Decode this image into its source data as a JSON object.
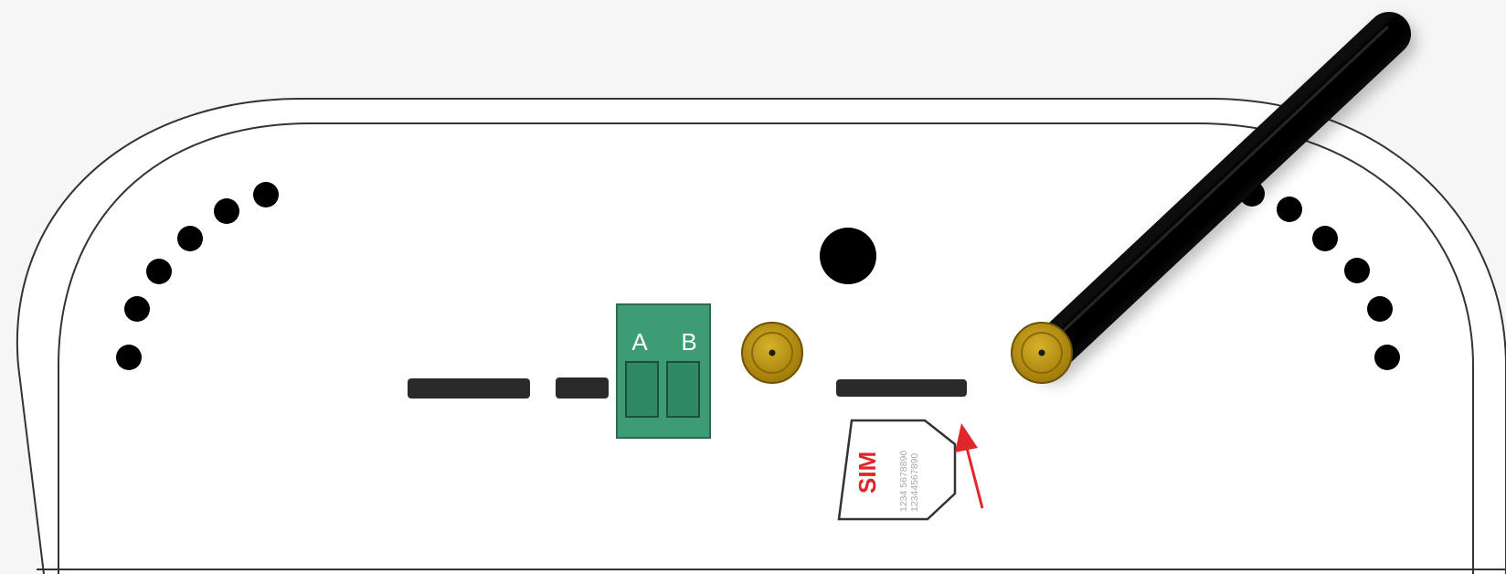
{
  "terminal_block": {
    "pin_a_label": "A",
    "pin_b_label": "B",
    "color": "#3d9c74"
  },
  "sim_card": {
    "brand_label": "SIM",
    "number_line_1": "1234 5678890",
    "number_line_2": "12344567890",
    "accent_color": "#e0252b"
  },
  "colors": {
    "background": "#f6f6f6",
    "enclosure_outline": "#333333",
    "antenna": "#0d0d0d",
    "sma_connector": "#b38d10",
    "slot": "#2a2a2a",
    "arrow": "#e0252b"
  },
  "icons": [
    "led-dot-icon",
    "antenna-icon",
    "sma-connector-icon",
    "insert-arrow-icon"
  ]
}
